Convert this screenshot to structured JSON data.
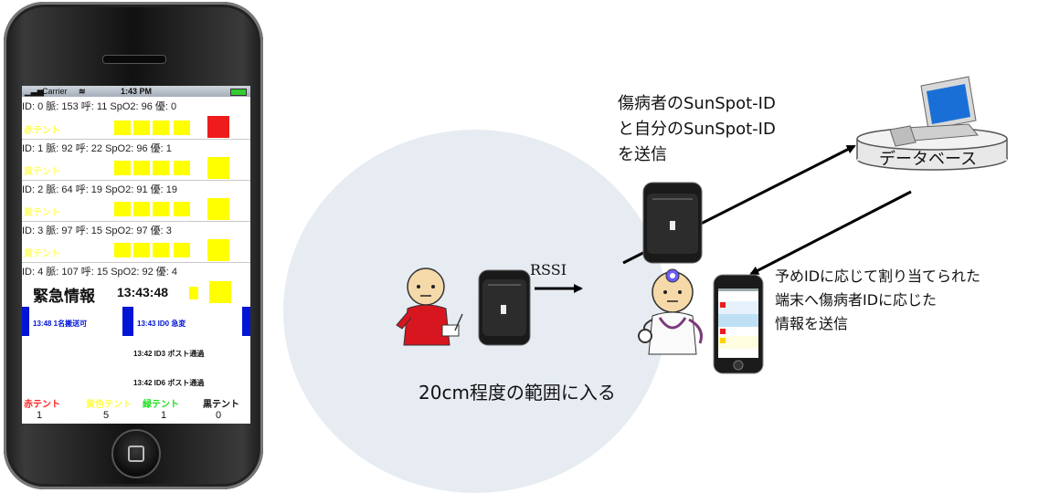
{
  "phone": {
    "status": {
      "carrier": "Carrier",
      "time": "1:43 PM"
    },
    "rows": [
      {
        "text": "ID: 0  脈: 153  呼: 11  SpO2: 96  優: 0",
        "tent": "赤テント"
      },
      {
        "text": "ID: 1  脈: 92   呼: 22  SpO2: 96  優: 1",
        "tent": "黄テント"
      },
      {
        "text": "ID: 2  脈: 64   呼: 19  SpO2: 91  優: 19",
        "tent": "黄テント"
      },
      {
        "text": "ID: 3  脈: 97   呼: 15  SpO2: 97  優: 3",
        "tent": "黄テント"
      },
      {
        "text": "ID: 4  脈: 107  呼: 15  SpO2: 92  優: 4"
      }
    ],
    "emergency": {
      "title": "緊急情報",
      "time": "13:43:48"
    },
    "logs": {
      "a": "13:48  1名搬送可",
      "b": "13:43 ID0 急変",
      "c": "13:42 ID3 ポスト通過",
      "d": "13:42 ID6 ポスト通過"
    },
    "counts": [
      {
        "label": "赤テント",
        "value": "1",
        "color": "#ff2020"
      },
      {
        "label": "黄色テント",
        "value": "5",
        "color": "#ffff44"
      },
      {
        "label": "緑テント",
        "value": "1",
        "color": "#22dd22"
      },
      {
        "label": "黒テント",
        "value": "0",
        "color": "#111111"
      }
    ]
  },
  "diagram": {
    "send_ids": [
      "傷病者のSunSpot-ID",
      "と自分のSunSpot-ID",
      "を送信"
    ],
    "database": "データベース",
    "rssi": "RSSI",
    "range": "20cm程度の範囲に入る",
    "send_info": [
      "予めIDに応じて割り当てられた",
      "端末へ傷病者IDに応じた",
      "情報を送信"
    ]
  },
  "colors": {
    "red": "#ee1c1c",
    "yellow": "#ffff00",
    "blue": "#0015d6",
    "circle": "#e6ecf2"
  }
}
